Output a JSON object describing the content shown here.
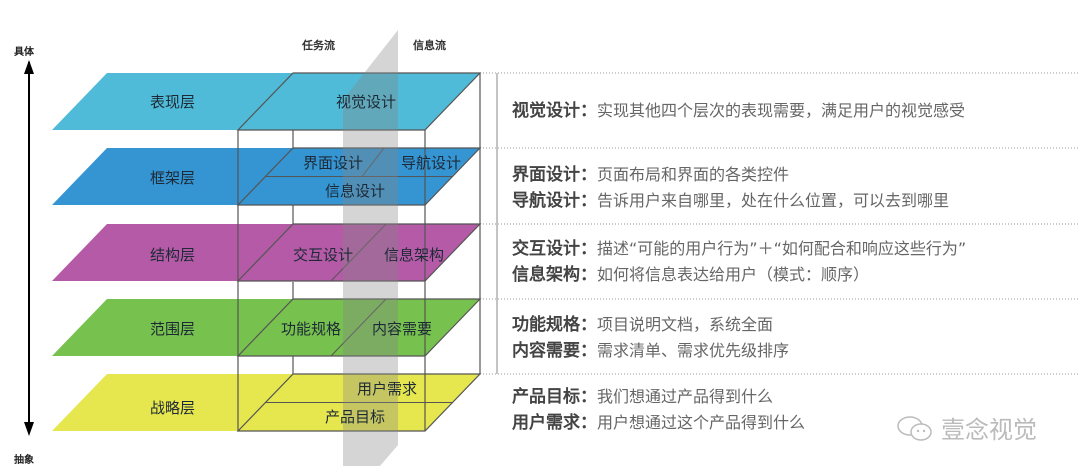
{
  "axis": {
    "top": "具体",
    "bottom": "抽象"
  },
  "flows": {
    "task": "任务流",
    "info": "信息流"
  },
  "layers": [
    {
      "name": "表现层",
      "color": "#4fbbd8",
      "items": [
        "视觉设计"
      ]
    },
    {
      "name": "框架层",
      "color": "#3594d2",
      "items": [
        "界面设计",
        "导航设计",
        "信息设计"
      ]
    },
    {
      "name": "结构层",
      "color": "#b45aa6",
      "items": [
        "交互设计",
        "信息架构"
      ]
    },
    {
      "name": "范围层",
      "color": "#77c14f",
      "items": [
        "功能规格",
        "内容需要"
      ]
    },
    {
      "name": "战略层",
      "color": "#e6e64f",
      "items": [
        "用户需求",
        "产品目标"
      ]
    }
  ],
  "descriptions": [
    [
      {
        "term": "视觉设计",
        "sep": "：",
        "text": "实现其他四个层次的表现需要，满足用户的视觉感受"
      }
    ],
    [
      {
        "term": "界面设计",
        "sep": "：",
        "text": "页面布局和界面的各类控件"
      },
      {
        "term": "导航设计",
        "sep": "：",
        "text": "告诉用户来自哪里，处在什么位置，可以去到哪里"
      }
    ],
    [
      {
        "term": "交互设计",
        "sep": "：",
        "text": "描述“可能的用户行为”＋“如何配合和响应这些行为”"
      },
      {
        "term": "信息架构",
        "sep": "：",
        "text": "如何将信息表达给用户（模式：顺序）"
      }
    ],
    [
      {
        "term": "功能规格",
        "sep": "：",
        "text": "项目说明文档，系统全面"
      },
      {
        "term": "内容需要",
        "sep": "：",
        "text": "需求清单、需求优先级排序"
      }
    ],
    [
      {
        "term": "产品目标",
        "sep": "：",
        "text": "我们想通过产品得到什么"
      },
      {
        "term": "用户需求",
        "sep": "：",
        "text": "用户想通过这个产品得到什么"
      }
    ]
  ],
  "watermark": "壹念视觉"
}
